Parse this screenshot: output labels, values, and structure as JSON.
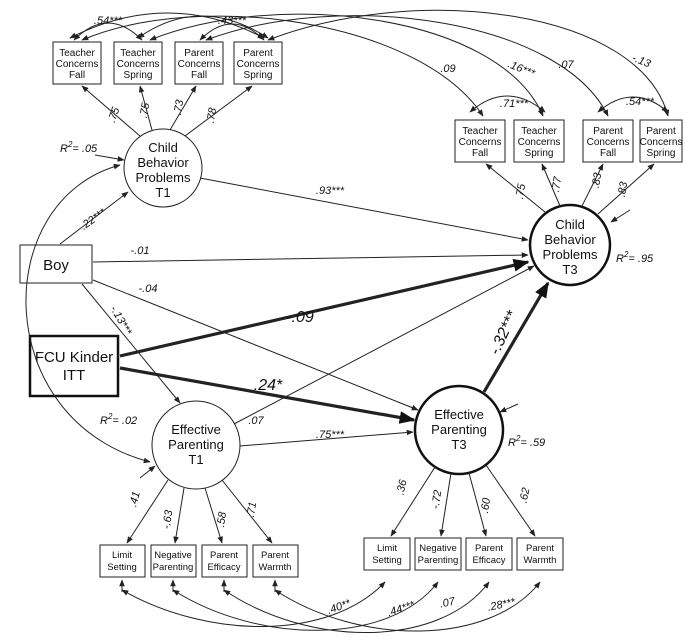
{
  "indicators_t1": {
    "teacher_fall": [
      "Teacher",
      "Concerns",
      "Fall"
    ],
    "teacher_spring": [
      "Teacher",
      "Concerns",
      "Spring"
    ],
    "parent_fall": [
      "Parent",
      "Concerns",
      "Fall"
    ],
    "parent_spring": [
      "Parent",
      "Concerns",
      "Spring"
    ]
  },
  "indicators_t3": {
    "teacher_fall": [
      "Teacher",
      "Concerns",
      "Fall"
    ],
    "teacher_spring": [
      "Teacher",
      "Concerns",
      "Spring"
    ],
    "parent_fall": [
      "Parent",
      "Concerns",
      "Fall"
    ],
    "parent_spring": [
      "Parent",
      "Concerns",
      "Spring"
    ]
  },
  "ep_t1_indicators": {
    "limit": [
      "Limit",
      "Setting"
    ],
    "negative": [
      "Negative",
      "Parenting"
    ],
    "efficacy": [
      "Parent",
      "Efficacy"
    ],
    "warmth": [
      "Parent",
      "Warmth"
    ]
  },
  "ep_t3_indicators": {
    "limit": [
      "Limit",
      "Setting"
    ],
    "negative": [
      "Negative",
      "Parenting"
    ],
    "efficacy": [
      "Parent",
      "Efficacy"
    ],
    "warmth": [
      "Parent",
      "Warmth"
    ]
  },
  "latents": {
    "cbp_t1": [
      "Child",
      "Behavior",
      "Problems",
      "T1"
    ],
    "cbp_t3": [
      "Child",
      "Behavior",
      "Problems",
      "T3"
    ],
    "ep_t1": [
      "Effective",
      "Parenting",
      "T1"
    ],
    "ep_t3": [
      "Effective",
      "Parenting",
      "T3"
    ]
  },
  "observed": {
    "boy": "Boy",
    "fcu": [
      "FCU Kinder",
      "ITT"
    ]
  },
  "r_squared": {
    "cbp_t1": "= .05",
    "cbp_t3": "= .95",
    "ep_t1": "= .02",
    "ep_t3": "= .59"
  },
  "loadings": {
    "cbp_t1": [
      ".75",
      ".75",
      ".73",
      ".78"
    ],
    "cbp_t3": [
      ".75",
      ".77",
      ".83",
      ".83"
    ],
    "ep_t1": [
      ".41",
      "-.63",
      ".58",
      ".71"
    ],
    "ep_t3": [
      ".36",
      "-.72",
      ".60",
      ".62"
    ]
  },
  "paths": {
    "cbp1_cbp3": ".93***",
    "boy_cbp1": ".22***",
    "boy_cbp3": "-.01",
    "boy_ep3": "-.04",
    "boy_ep1": "-.13***",
    "fcu_cbp3": "-.09",
    "fcu_ep3": ".24*",
    "ep1_cbp3": ".07",
    "ep1_ep3": ".75***",
    "ep3_cbp3": "-.32***"
  },
  "covariances": {
    "t1_teacher": ".54***",
    "t1_parent": ".43***",
    "cross_teacher_fall": ".09",
    "cross_teacher_spring": ".16***",
    "cross_parent_fall": ".07",
    "cross_parent_spring": "-.13",
    "t3_teacher": ".71***",
    "t3_parent": ".54***",
    "ep_limit": ".40**",
    "ep_negative": ".44***",
    "ep_efficacy": ".07",
    "ep_warmth": ".28***"
  }
}
